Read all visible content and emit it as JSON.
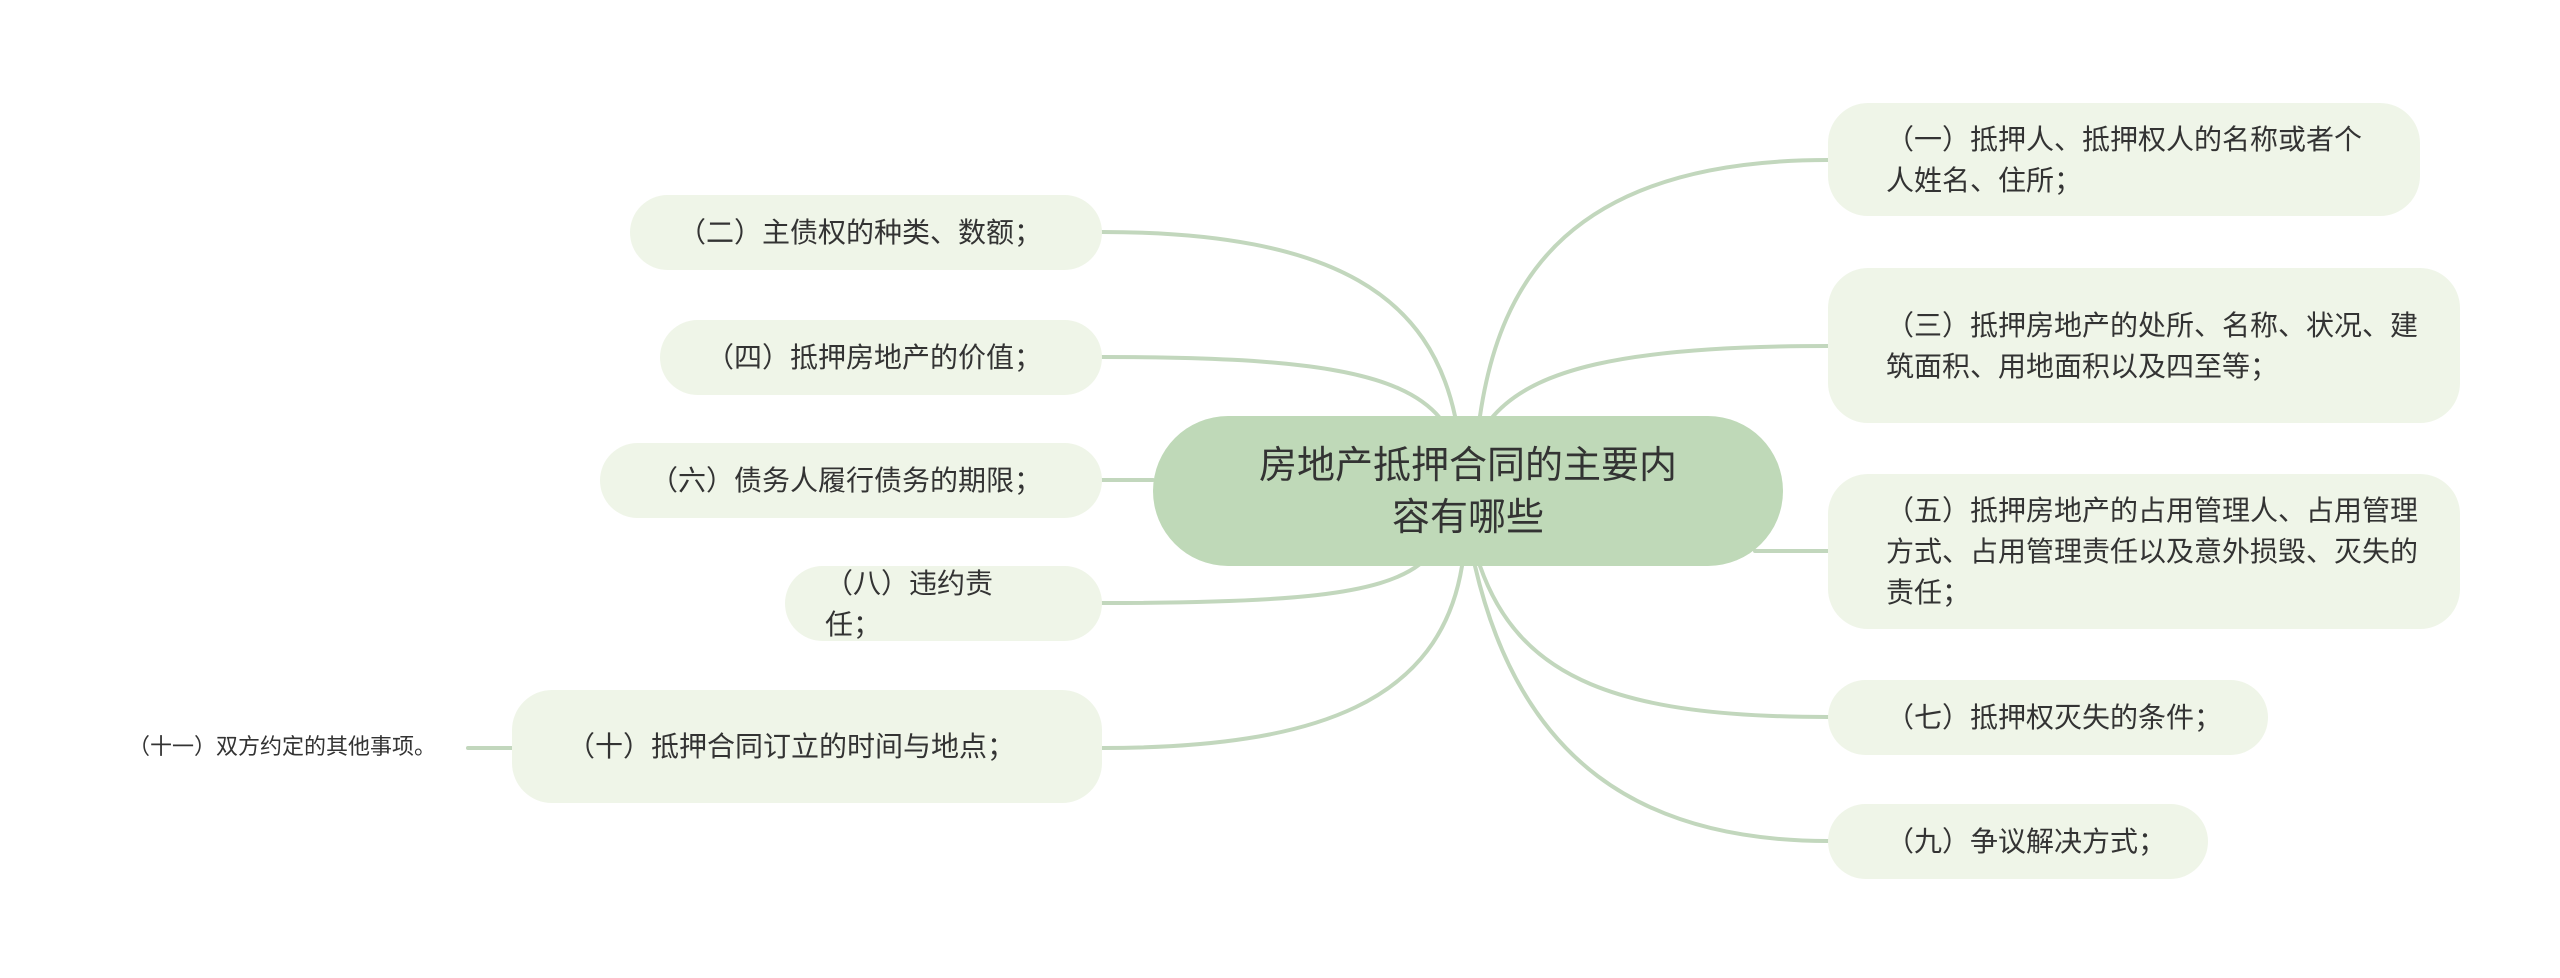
{
  "diagram": {
    "type": "mind-map",
    "colors": {
      "root_fill": "#bfd9b8",
      "topic_fill": "#eff5e8",
      "edge": "#c2d7bd",
      "text": "#333333"
    },
    "root": {
      "label": "房地产抵押合同的主要内容有哪些"
    },
    "right_topics": [
      {
        "label": "（一）抵押人、抵押权人的名称或者个人姓名、住所；"
      },
      {
        "label": "（三）抵押房地产的处所、名称、状况、建筑面积、用地面积以及四至等；"
      },
      {
        "label": "（五）抵押房地产的占用管理人、占用管理方式、占用管理责任以及意外损毁、灭失的责任；"
      },
      {
        "label": "（七）抵押权灭失的条件；"
      },
      {
        "label": "（九）争议解决方式；"
      }
    ],
    "left_topics": [
      {
        "label": "（二）主债权的种类、数额；"
      },
      {
        "label": "（四）抵押房地产的价值；"
      },
      {
        "label": "（六）债务人履行债务的期限；"
      },
      {
        "label": "（八）违约责任；"
      },
      {
        "label": "（十）抵押合同订立的时间与地点；",
        "children": [
          {
            "label": "（十一）双方约定的其他事项。"
          }
        ]
      }
    ]
  }
}
